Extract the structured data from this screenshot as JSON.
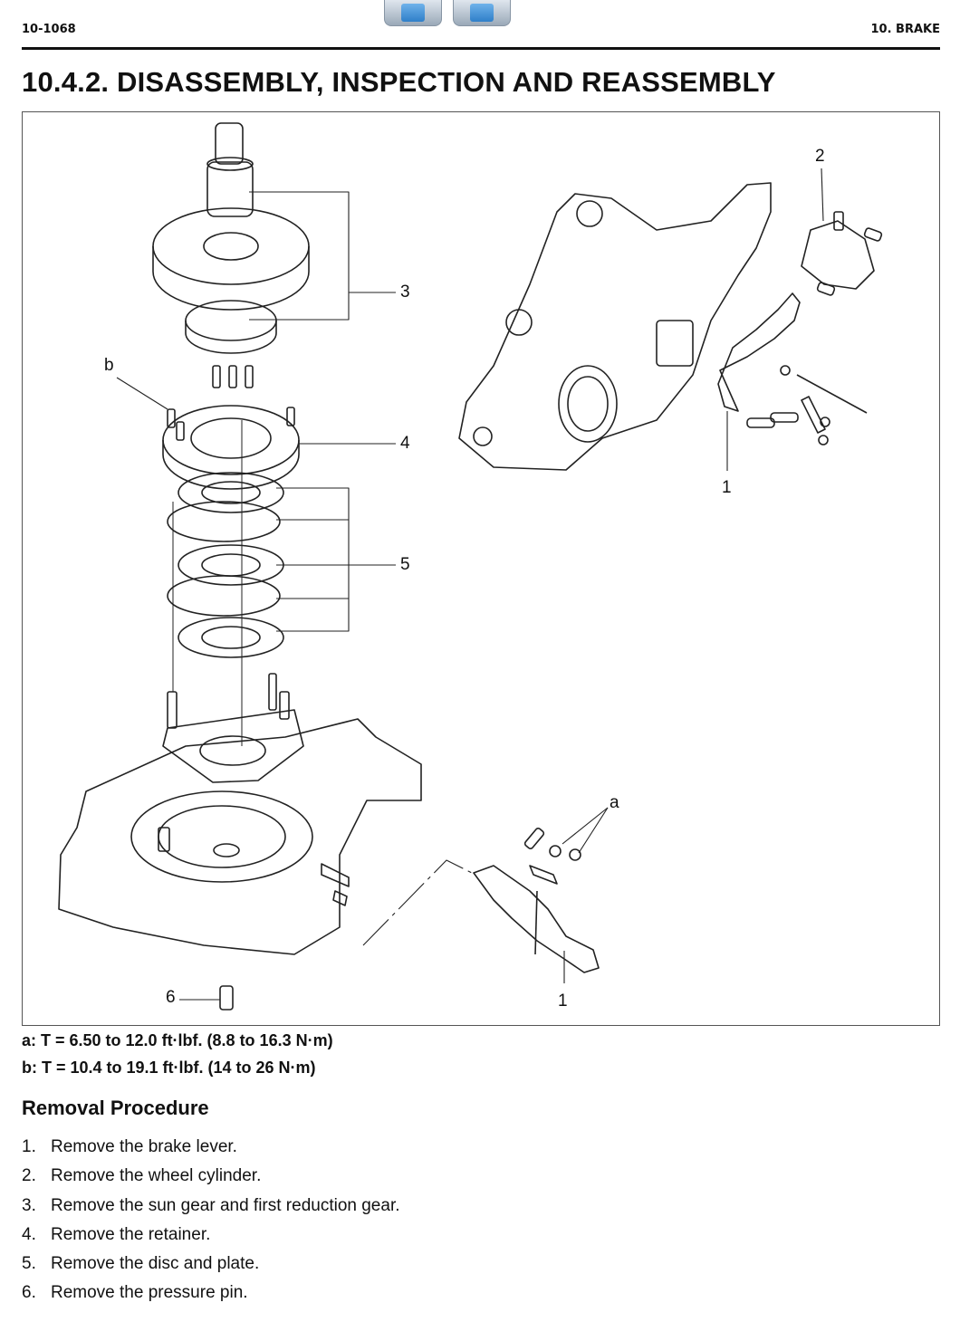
{
  "header": {
    "page_number": "10-1068",
    "section": "10. BRAKE"
  },
  "nav": {
    "back_icon": "back-arrow-icon",
    "home_icon": "home-icon"
  },
  "title": "10.4.2. DISASSEMBLY, INSPECTION AND REASSEMBLY",
  "figure": {
    "callouts": {
      "c2": "2",
      "c3": "3",
      "cb": "b",
      "c4": "4",
      "c1_top": "1",
      "c5": "5",
      "ca": "a",
      "c6": "6",
      "c1_bottom": "1"
    }
  },
  "specs": {
    "a": "a: T = 6.50 to 12.0 ft·lbf. (8.8 to 16.3 N·m)",
    "b": "b: T = 10.4 to 19.1 ft·lbf. (14 to 26 N·m)"
  },
  "procedure": {
    "heading": "Removal Procedure",
    "steps": [
      {
        "num": "1.",
        "text": "Remove the brake lever."
      },
      {
        "num": "2.",
        "text": "Remove the wheel cylinder."
      },
      {
        "num": "3.",
        "text": "Remove the sun gear and first reduction gear."
      },
      {
        "num": "4.",
        "text": "Remove the retainer."
      },
      {
        "num": "5.",
        "text": "Remove the disc and plate."
      },
      {
        "num": "6.",
        "text": "Remove the pressure pin."
      }
    ]
  }
}
